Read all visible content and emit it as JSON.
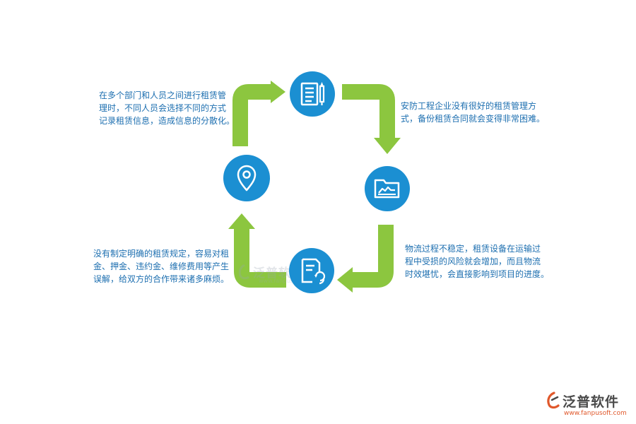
{
  "diagram": {
    "nodes": [
      {
        "id": "top",
        "icon": "document-pen-icon"
      },
      {
        "id": "right",
        "icon": "folder-icon"
      },
      {
        "id": "bottom",
        "icon": "document-refresh-icon"
      },
      {
        "id": "left",
        "icon": "location-pin-icon"
      }
    ],
    "texts": {
      "top_left": [
        "在多个部门和人员之间进行租赁管",
        "理时，不同人员会选择不同的方式",
        "记录租赁信息，造成信息的分散化。"
      ],
      "top_right": [
        "安防工程企业没有很好的租赁管理方",
        "式，备份租赁合同就会变得非常困难。"
      ],
      "bottom_right": [
        "物流过程不稳定，租赁设备在运输过",
        "程中受损的风险就会增加，而且物流",
        "时效堪忧，会直接影响到项目的进度。"
      ],
      "bottom_left": [
        "没有制定明确的租赁规定，容易对租",
        "金、押金、违约金、维修费用等产生",
        "误解，给双方的合作带来诸多麻烦。"
      ]
    },
    "colors": {
      "node": "#1b8fd2",
      "arrow": "#8cc63f",
      "text": "#1d6fb0"
    }
  },
  "watermark": {
    "name": "泛普软件",
    "url": "www.fanpusoft.com"
  },
  "logo": {
    "name": "泛普软件",
    "url": "www.fanpusoft.com"
  }
}
